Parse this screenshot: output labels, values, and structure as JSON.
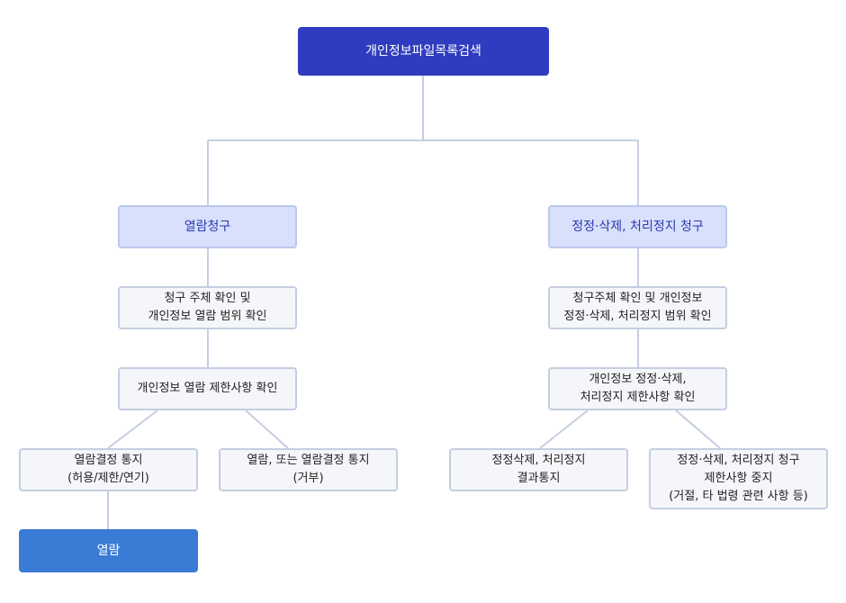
{
  "root": {
    "label": "개인정보파일목록검색"
  },
  "left": {
    "request": "열람청구",
    "step1": [
      "청구 주체 확인 및",
      "개인정보 열람 범위 확인"
    ],
    "step2": "개인정보 열람 제한사항 확인",
    "notice": [
      "열람결정 통지",
      "(허용/제한/연기)"
    ],
    "refusal": [
      "열람, 또는 열람결정 통지",
      "(거부)"
    ],
    "final": "열람"
  },
  "right": {
    "request": "정정·삭제, 처리정지 청구",
    "step1": [
      "청구주체 확인 및 개인정보",
      "정정·삭제, 처리정지 범위 확인"
    ],
    "step2": [
      "개인정보 정정·삭제,",
      "처리정지 제한사항 확인"
    ],
    "result": [
      "정정삭제, 처리정지",
      "결과통지"
    ],
    "stop": [
      "정정·삭제, 처리정지 청구",
      "제한사항 중지",
      "(거절, 타 법령 관련 사항 등)"
    ]
  },
  "colors": {
    "root": "#2f3cbf",
    "category_fill": "#d8e0fb",
    "category_text": "#2b3ab0",
    "node_fill": "#f5f6fa",
    "node_border": "#c5cee0",
    "final": "#3a7bd5",
    "connector": "#c5cee0"
  }
}
